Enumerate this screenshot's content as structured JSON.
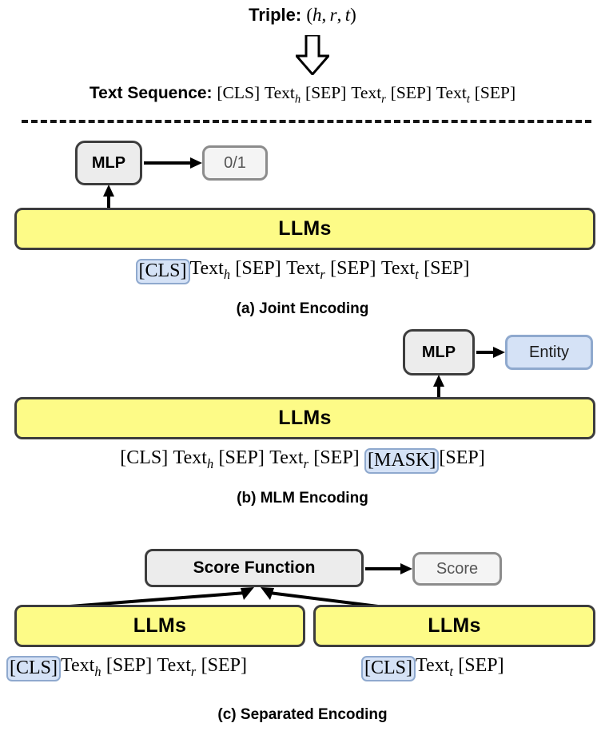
{
  "header": {
    "triple_label": "Triple:",
    "triple_value_open": "(",
    "triple_h": "h",
    "triple_comma1": ",",
    "triple_r": "r",
    "triple_comma2": ",",
    "triple_t": "t",
    "triple_value_close": ")",
    "arrow_icon": "block-down-arrow",
    "text_sequence_label": "Text Sequence:",
    "text_sequence_tokens": [
      "[CLS]",
      "Text",
      "h",
      "[SEP]",
      "Text",
      "r",
      "[SEP]",
      "Text",
      "t",
      "[SEP]"
    ]
  },
  "panel_a": {
    "mlp_label": "MLP",
    "output_label": "0/1",
    "llm_label": "LLMs",
    "tokens": {
      "cls": "[CLS]",
      "text1": "Text",
      "sub1": "h",
      "sep1": "[SEP]",
      "text2": "Text",
      "sub2": "r",
      "sep2": "[SEP]",
      "text3": "Text",
      "sub3": "t",
      "sep3": "[SEP]"
    },
    "caption": "(a) Joint Encoding"
  },
  "panel_b": {
    "mlp_label": "MLP",
    "output_label": "Entity",
    "llm_label": "LLMs",
    "tokens": {
      "cls": "[CLS]",
      "text1": "Text",
      "sub1": "h",
      "sep1": "[SEP]",
      "text2": "Text",
      "sub2": "r",
      "sep2": "[SEP]",
      "mask": "[MASK]",
      "sep3": "[SEP]"
    },
    "caption": "(b) MLM Encoding"
  },
  "panel_c": {
    "score_function_label": "Score Function",
    "output_label": "Score",
    "llm_left_label": "LLMs",
    "llm_right_label": "LLMs",
    "tokens_left": {
      "cls": "[CLS]",
      "text1": "Text",
      "sub1": "h",
      "sep1": "[SEP]",
      "text2": "Text",
      "sub2": "r",
      "sep2": "[SEP]"
    },
    "tokens_right": {
      "cls": "[CLS]",
      "text1": "Text",
      "sub1": "t",
      "sep1": "[SEP]"
    },
    "caption": "(c) Separated Encoding"
  },
  "colors": {
    "llm_fill": "#FDFB87",
    "llm_border": "#3D3D3D",
    "mlp_fill": "#ECECEC",
    "mlp_border": "#3D3D3D",
    "highlight_fill": "#D5E2F6",
    "highlight_border": "#8FA9CE",
    "muted_text": "#555555",
    "arrow": "#000000"
  }
}
